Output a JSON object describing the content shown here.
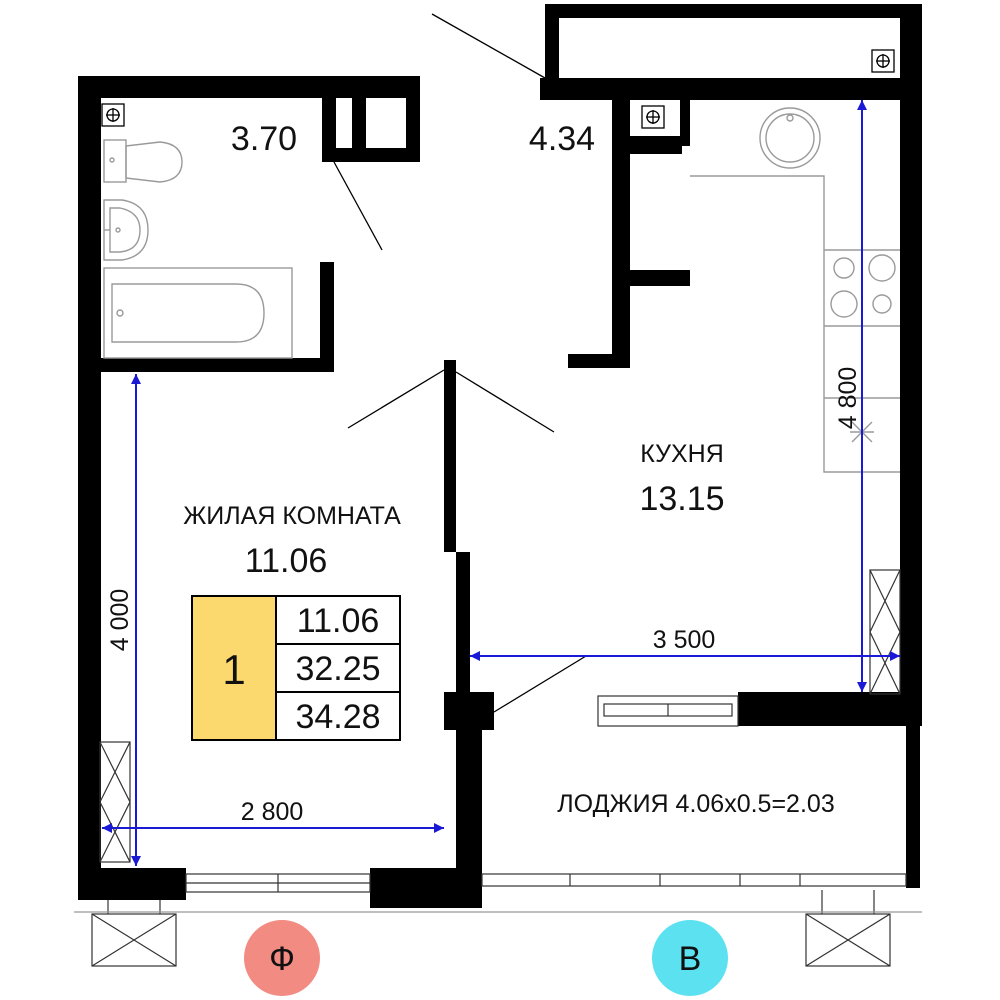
{
  "rooms": {
    "bathroom_area": "3.70",
    "hallway_area": "4.34",
    "kitchen_name": "КУХНЯ",
    "kitchen_area": "13.15",
    "living_name": "ЖИЛАЯ КОМНАТА",
    "living_area": "11.06",
    "loggia_label": "ЛОДЖИЯ 4.06x0.5=2.03"
  },
  "dimensions": {
    "living_height": "4 000",
    "living_width": "2 800",
    "kitchen_width": "3 500",
    "kitchen_height": "4 800"
  },
  "summary": {
    "rooms_count": "1",
    "living": "11.06",
    "total": "32.25",
    "total_with_loggia": "34.28",
    "badge_color": "#fbd96f"
  },
  "facades": {
    "left_label": "Ф",
    "left_color": "#f28b82",
    "right_label": "В",
    "right_color": "#5ce1f0"
  },
  "colors": {
    "wall": "#000000",
    "dimension": "#1a1ad6",
    "fixture": "#9a9a9a"
  }
}
